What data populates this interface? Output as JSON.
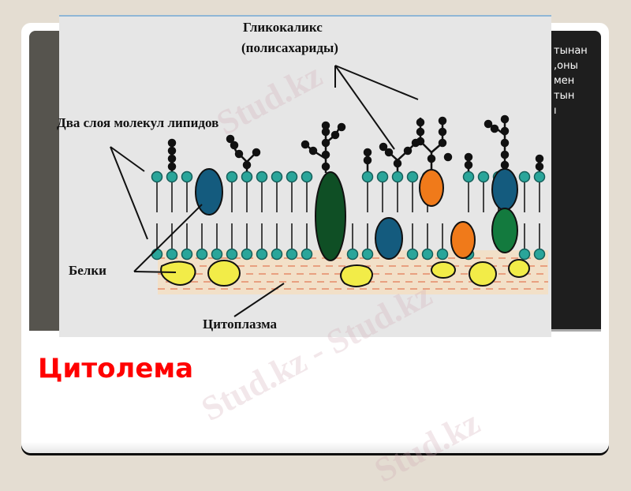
{
  "slide": {
    "title": "Цитолема",
    "title_color": "#ff0000",
    "right_panel_text_lines": [
      "тынан",
      ",оны",
      "мен",
      "тын",
      "ı"
    ]
  },
  "diagram": {
    "labels": {
      "glycocalyx_line1": "Гликокаликс",
      "glycocalyx_line2": "(полисахариды)",
      "lipid_bilayer": "Два слоя молекул липидов",
      "proteins": "Белки",
      "cytoplasm": "Цитоплазма"
    },
    "colors": {
      "background": "#e6e6e6",
      "lipid_head": "#2aa59a",
      "dark_blue_protein": "#145b7e",
      "dark_green_protein": "#0f4f25",
      "green_protein": "#137a3e",
      "orange_protein": "#f07a1a",
      "yellow_protein": "#f2ec48",
      "cytoplasm_band": "#f3dfc4",
      "cytoplasm_dash": "#e8a080",
      "glycan": "#111111"
    }
  },
  "watermark": {
    "text": "Stud.kz",
    "text_alt": "Stud.kz - Stud.kz"
  }
}
